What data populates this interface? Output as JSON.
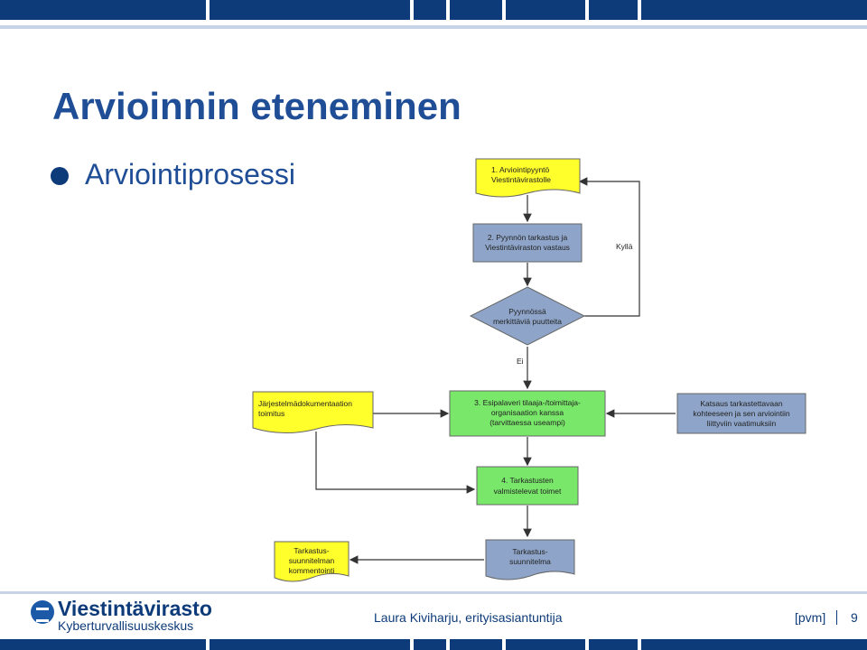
{
  "slide": {
    "title": "Arvioinnin eteneminen",
    "bullet": "Arviointiprosessi"
  },
  "flowchart": {
    "node1": {
      "line1": "1. Arviointipyyntö",
      "line2": "Viestintävirastolle"
    },
    "node2": {
      "line1": "2. Pyynnön tarkastus ja",
      "line2": "Viestintäviraston vastaus"
    },
    "decision": {
      "line1": "Pyynnössä",
      "line2": "merkittäviä puutteita"
    },
    "label_yes": "Kyllä",
    "label_no": "Ei",
    "doc_left": {
      "line1": "Järjestelmädokumentaation",
      "line2": "toimitus"
    },
    "node3": {
      "line1": "3. Esipalaveri tilaaja-/toimittaja-",
      "line2": "organisaation kanssa",
      "line3": "(tarvittaessa useampi)"
    },
    "node_right": {
      "line1": "Katsaus tarkastettavaan",
      "line2": "kohteeseen ja sen arviointiin",
      "line3": "liittyviin vaatimuksiin"
    },
    "node4": {
      "line1": "4. Tarkastusten",
      "line2": "valmistelevat toimet"
    },
    "doc_comments": {
      "line1": "Tarkastus-",
      "line2": "suunnitelman",
      "line3": "kommentointi"
    },
    "doc_plan": {
      "line1": "Tarkastus-",
      "line2": "suunnitelma"
    },
    "colors": {
      "yellow": "#ffff2b",
      "blue_gray": "#8ea5c9",
      "green": "#79e86a"
    }
  },
  "footer": {
    "logo_name": "Viestintävirasto",
    "logo_sub": "Kyberturvallisuuskeskus",
    "author": "Laura Kiviharju, erityisasiantuntija",
    "date": "[pvm]",
    "page": "9"
  },
  "colors": {
    "brand": "#0d3b7a",
    "title": "#1f4e96",
    "accent_line": "#c7d3e6"
  }
}
